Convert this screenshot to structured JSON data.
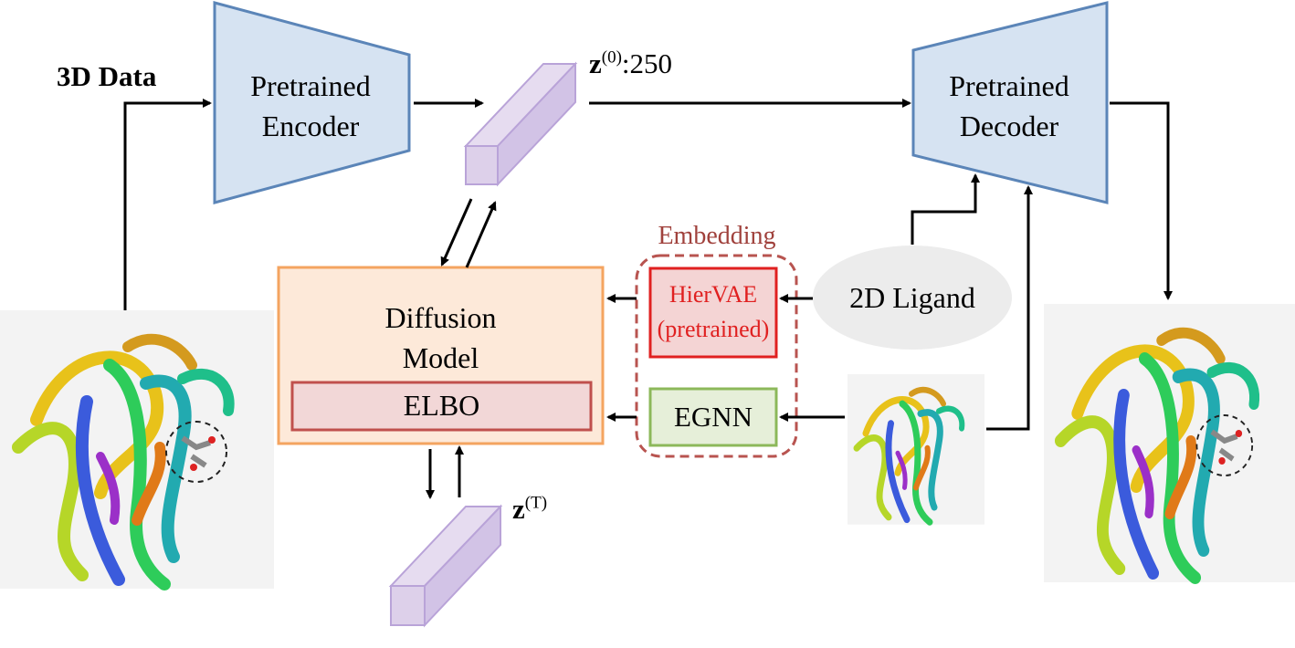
{
  "labels": {
    "data_3d": "3D Data",
    "encoder_line1": "Pretrained",
    "encoder_line2": "Encoder",
    "decoder_line1": "Pretrained",
    "decoder_line2": "Decoder",
    "z0_base": "z",
    "z0_sup": "(0)",
    "z0_suffix": ":250",
    "zT_base": "z",
    "zT_sup": "(T)",
    "diffusion_line1": "Diffusion",
    "diffusion_line2": "Model",
    "elbo": "ELBO",
    "embedding": "Embedding",
    "hiervae_line1": "HierVAE",
    "hiervae_line2": "(pretrained)",
    "egnn": "EGNN",
    "ligand_2d": "2D Ligand"
  },
  "colors": {
    "trapezoid_fill": "#d6e3f2",
    "trapezoid_stroke": "#5b85b8",
    "latent_fill": "#ddd0ea",
    "latent_stroke": "#b9a3d8",
    "diffusion_fill": "#fde9d9",
    "diffusion_stroke": "#f4a460",
    "elbo_fill": "#f2d7d7",
    "elbo_stroke": "#c0504d",
    "embedding_dash": "#b85450",
    "embedding_text": "#a0413c",
    "hiervae_fill": "#f4d4d4",
    "hiervae_stroke": "#e02020",
    "hiervae_text": "#e02020",
    "egnn_fill": "#e6efd9",
    "egnn_stroke": "#8cb85a",
    "ligand_fill": "#ececec",
    "protein_panel": "#f3f3f3"
  },
  "icons": [
    "protein-structure-icon",
    "latent-vector-icon",
    "dashed-binding-site-icon"
  ]
}
